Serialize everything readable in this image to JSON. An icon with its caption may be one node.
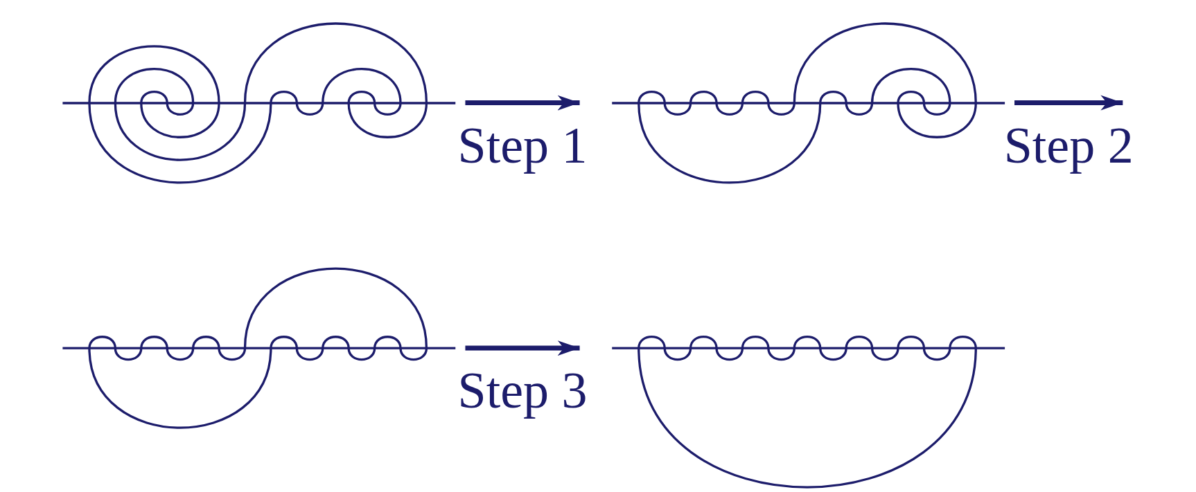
{
  "diagram": {
    "nodes": [
      {
        "text": [],
        "shape": "picture"
      },
      {
        "text": [],
        "shape": "picture"
      },
      {
        "text": [],
        "shape": "picture"
      },
      {
        "text": [],
        "shape": "picture"
      }
    ],
    "edges": [
      {
        "from": 0,
        "to": 1,
        "arrow": "to",
        "label": "Step 1"
      },
      {
        "from": 1,
        "to": null,
        "arrow": "to",
        "label": "Step 2"
      },
      {
        "from": 2,
        "to": 3,
        "arrow": "to",
        "label": "Step 3"
      }
    ]
  }
}
